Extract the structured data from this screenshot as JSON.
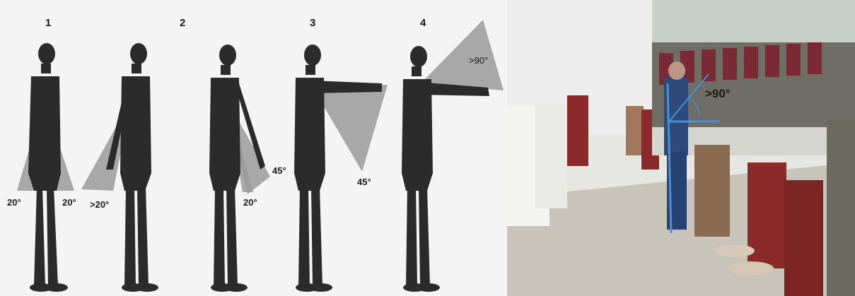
{
  "diagram": {
    "positions": [
      "1",
      "2",
      "3",
      "4"
    ],
    "angles": {
      "p1_left": "20°",
      "p1_right": "20°",
      "p2": ">20°",
      "p3_back": "20°",
      "p3_front": "45°",
      "p4": "45°",
      "p5": ">90°"
    }
  },
  "photo": {
    "angle_label": ">90°",
    "colors": {
      "line": "#4a90d9",
      "spool": "#8b2a2a"
    }
  }
}
